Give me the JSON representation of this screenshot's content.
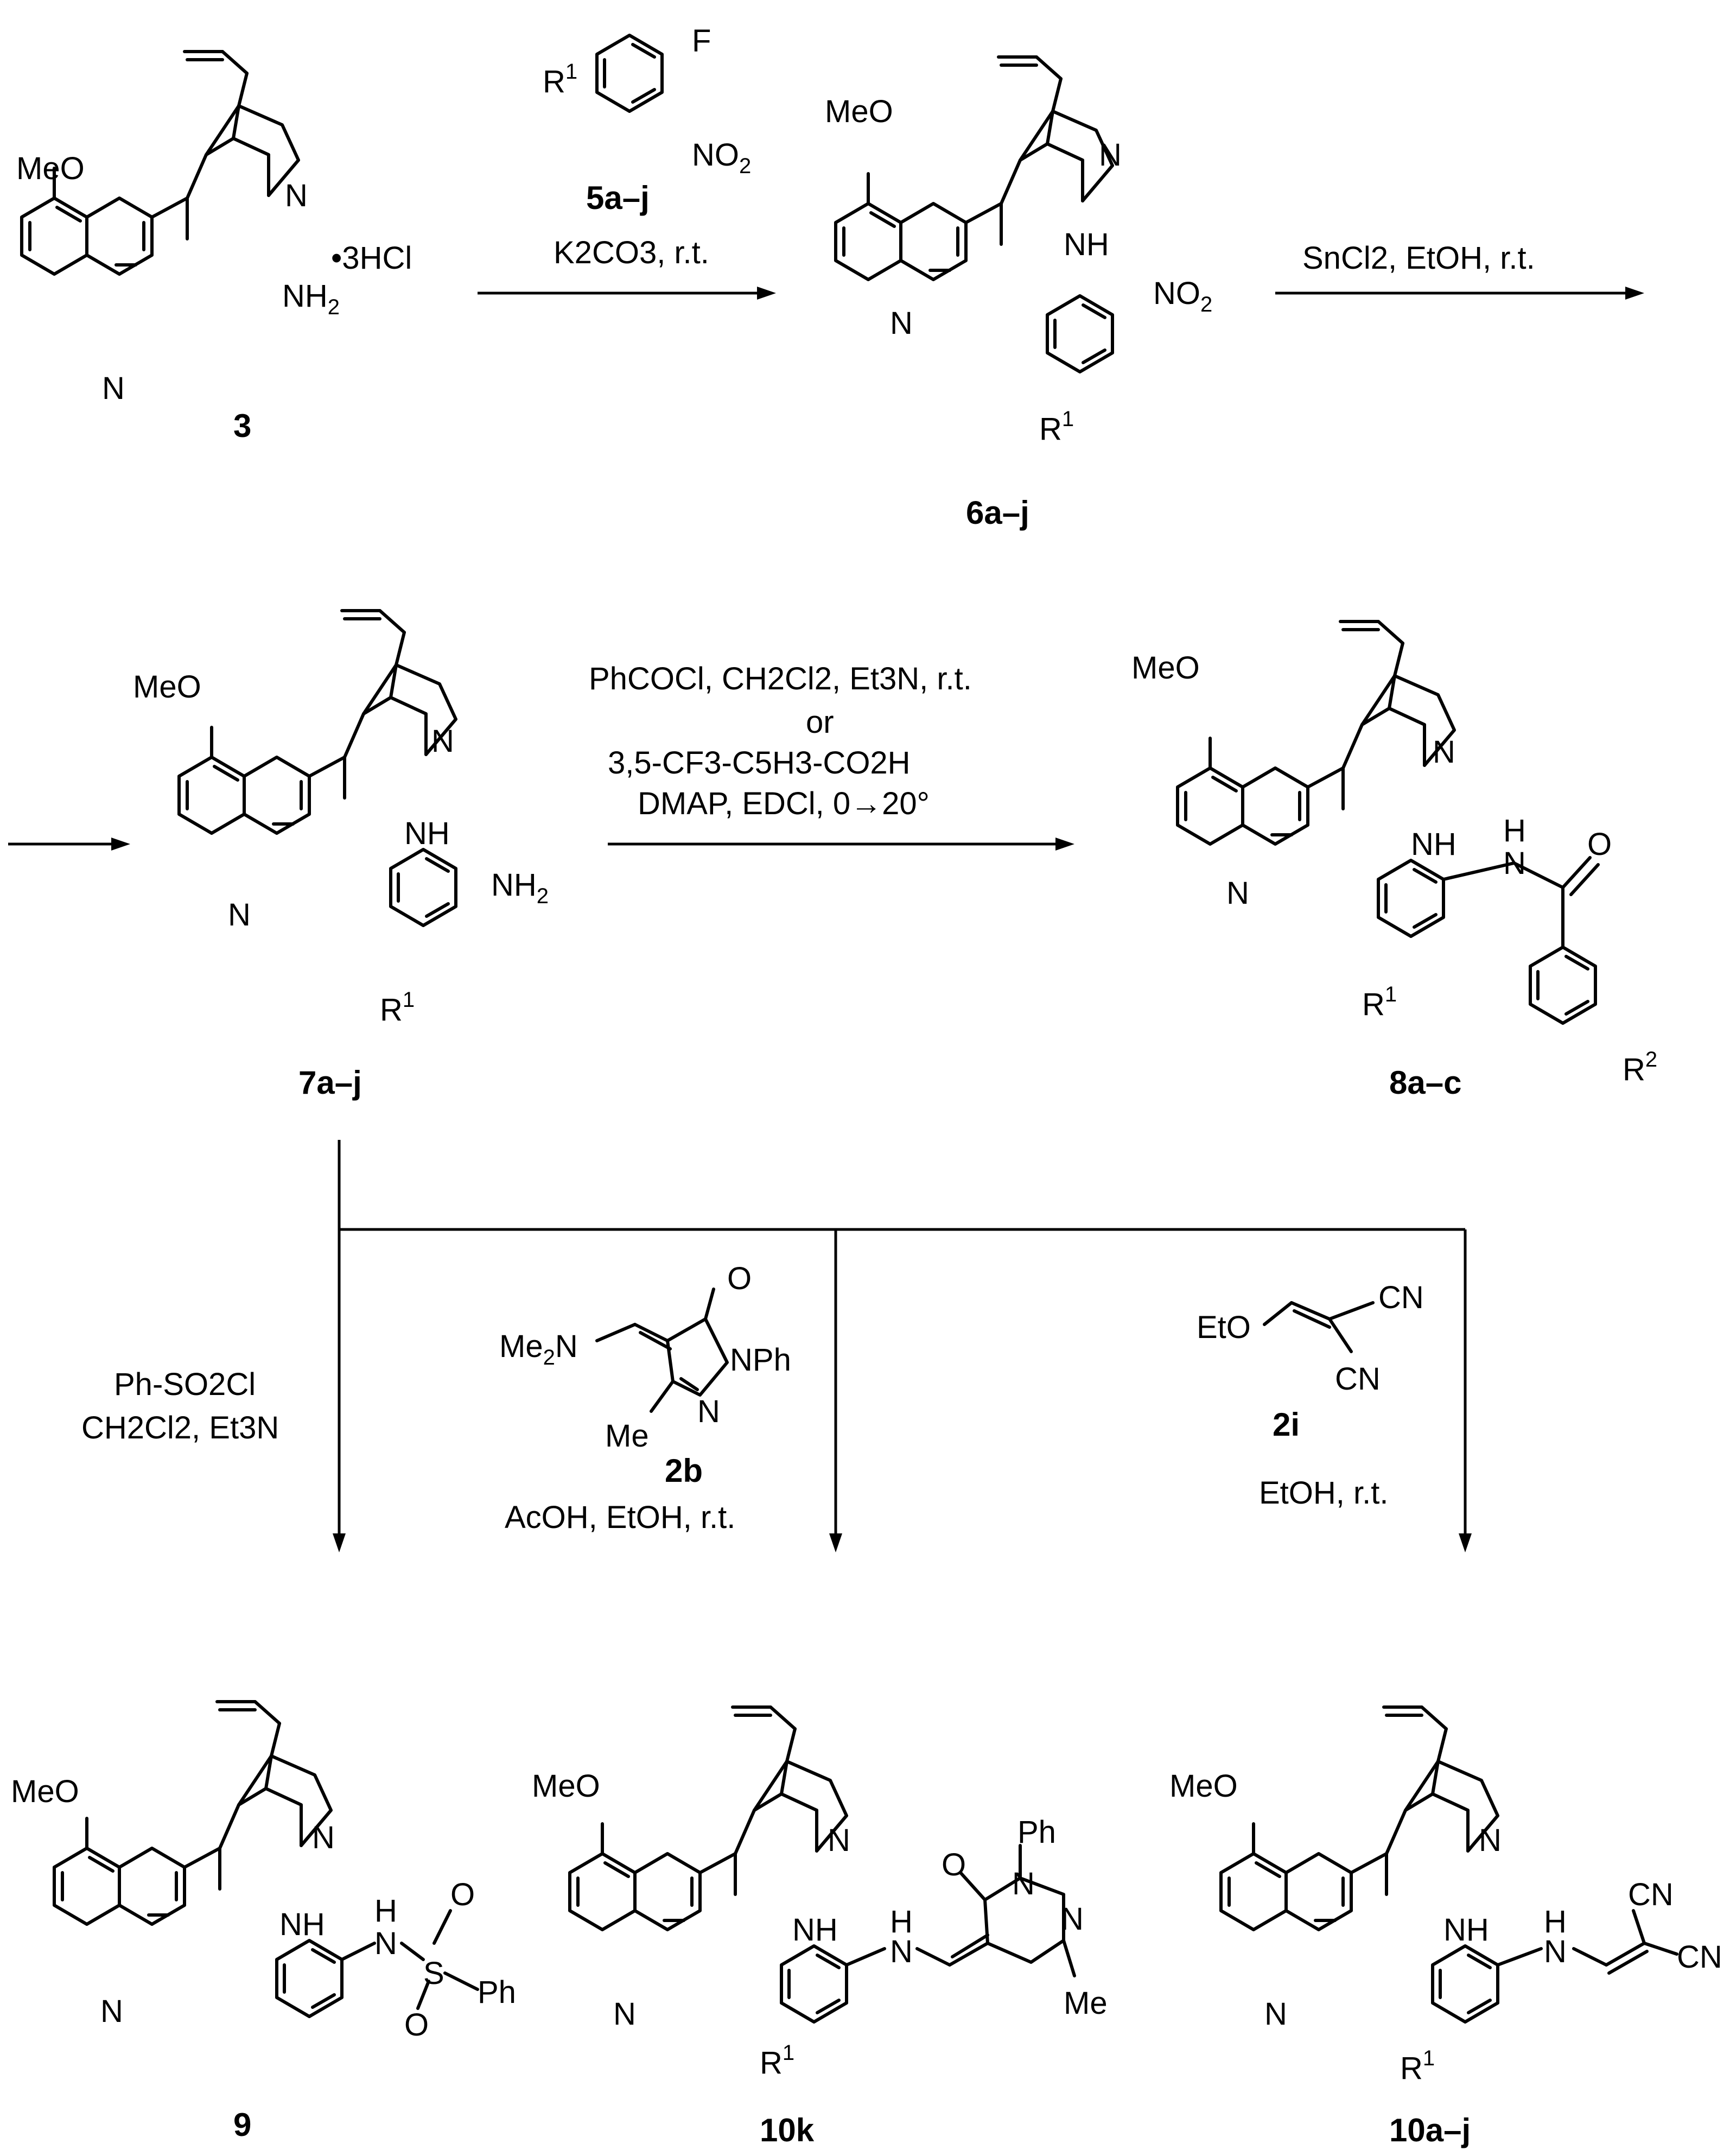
{
  "compounds": {
    "c3": "3",
    "c5": "5a–j",
    "c6": "6a–j",
    "c7": "7a–j",
    "c8": "8a–c",
    "c2b": "2b",
    "c2i": "2i",
    "c9": "9",
    "c10k": "10k",
    "c10": "10a–j"
  },
  "atoms": {
    "meo": "MeO",
    "n": "N",
    "nh": "NH",
    "h": "H",
    "o": "O",
    "s": "S",
    "ph": "Ph",
    "me": "Me",
    "eto": "EtO",
    "f": "F",
    "cn": "CN",
    "nph": "NPh",
    "salt": "•3HCl",
    "nh2_main": "NH",
    "nh2_sub": "2",
    "no2_main": "NO",
    "no2_sub": "2",
    "me2n_main": "Me",
    "me2n_sub": "2",
    "me2n_tail": "N",
    "r": "R",
    "r1_sup": "1",
    "r2_sup": "2"
  },
  "conditions": {
    "step1": "K2CO3, r.t.",
    "step2": "SnCl2, EtOH, r.t.",
    "step3a": "PhCOCl, CH2Cl2, Et3N, r.t.",
    "step3or": "or",
    "step3b": "3,5-CF3-C5H3-CO2H",
    "step3c": "DMAP,  EDCl, 0→20°",
    "step4a": "Ph-SO2Cl",
    "step4b": "CH2Cl2, Et3N",
    "step5": "AcOH, EtOH, r.t.",
    "step6": "EtOH, r.t."
  }
}
